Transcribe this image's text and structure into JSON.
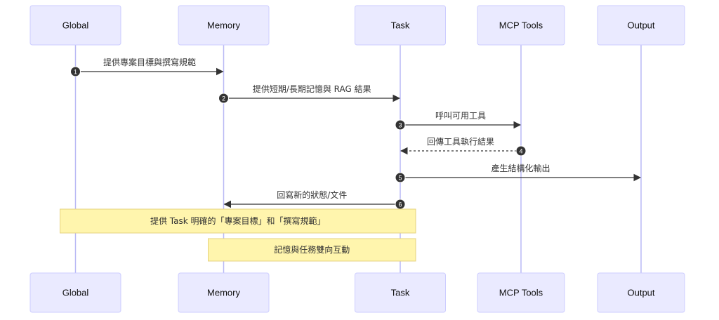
{
  "diagram": {
    "type": "sequence",
    "participants": [
      {
        "id": "global",
        "label": "Global"
      },
      {
        "id": "memory",
        "label": "Memory"
      },
      {
        "id": "task",
        "label": "Task"
      },
      {
        "id": "mcp",
        "label": "MCP Tools"
      },
      {
        "id": "output",
        "label": "Output"
      }
    ],
    "messages": [
      {
        "seq": "1",
        "from": "global",
        "to": "memory",
        "label": "提供專案目標與撰寫規範",
        "style": "solid"
      },
      {
        "seq": "2",
        "from": "memory",
        "to": "task",
        "label": "提供短期/長期記憶與 RAG 結果",
        "style": "solid"
      },
      {
        "seq": "3",
        "from": "task",
        "to": "mcp",
        "label": "呼叫可用工具",
        "style": "solid"
      },
      {
        "seq": "4",
        "from": "mcp",
        "to": "task",
        "label": "回傳工具執行結果",
        "style": "dashed"
      },
      {
        "seq": "5",
        "from": "task",
        "to": "output",
        "label": "產生結構化輸出",
        "style": "solid"
      },
      {
        "seq": "6",
        "from": "task",
        "to": "memory",
        "label": "回寫新的狀態/文件",
        "style": "solid"
      }
    ],
    "notes": [
      {
        "over": [
          "global",
          "task"
        ],
        "label": "提供 Task 明確的「專案目標」和「撰寫規範」"
      },
      {
        "over": [
          "memory",
          "task"
        ],
        "label": "記憶與任務雙向互動"
      }
    ],
    "colors": {
      "actor_fill": "#eaeaff",
      "actor_border": "#ccccff",
      "lifeline": "#b9b9f5",
      "message": "#333333",
      "note_fill": "#fff5ad",
      "note_border": "#e6d280"
    }
  }
}
